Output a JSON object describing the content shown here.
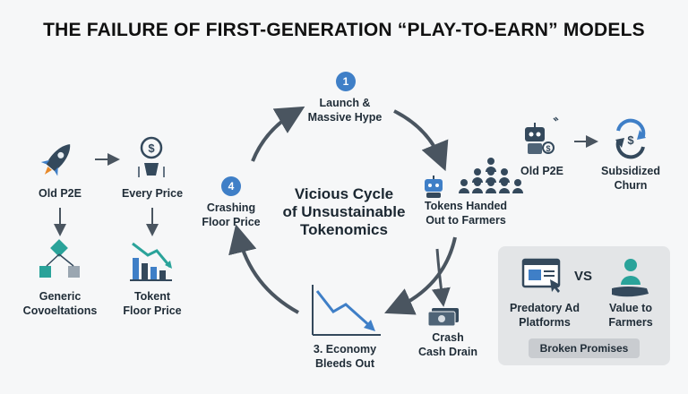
{
  "title": "THE FAILURE OF FIRST-GENERATION “PLAY-TO-EARN” MODELS",
  "center_label_1": "Vicious Cycle",
  "center_label_2": "of Unsustainable",
  "center_label_3": "Tokenomics",
  "cycle": {
    "step1": {
      "badge": "1",
      "line1": "Launch &",
      "line2": "Massive Hype"
    },
    "step2": {
      "line1": "Tokens Handed",
      "line2": "Out to Farmers"
    },
    "step3": {
      "line1": "3. Economy",
      "line2": "Bleeds Out"
    },
    "step4": {
      "badge": "4",
      "line1": "Crashing",
      "line2": "Floor Price"
    },
    "crash": {
      "line1": "Crash",
      "line2": "Cash Drain"
    }
  },
  "left": {
    "old_p2e": "Old P2E",
    "every_price": "Every Price",
    "generic_1": "Generic",
    "generic_2": "Covoeltations",
    "tokent_1": "Tokent",
    "tokent_2": "Floor Price"
  },
  "right": {
    "old_p2e": "Old P2E",
    "subsidized_1": "Subsidized",
    "subsidized_2": "Churn",
    "predatory_1": "Predatory Ad",
    "predatory_2": "Platforms",
    "vs": "VS",
    "value_1": "Value to",
    "value_2": "Farmers",
    "broken": "Broken Promises"
  },
  "colors": {
    "arrow": "#4a5560",
    "icon_dark": "#34495c",
    "icon_blue": "#3f7fc7",
    "icon_teal": "#2aa39a",
    "badge": "#3f7fc7"
  }
}
